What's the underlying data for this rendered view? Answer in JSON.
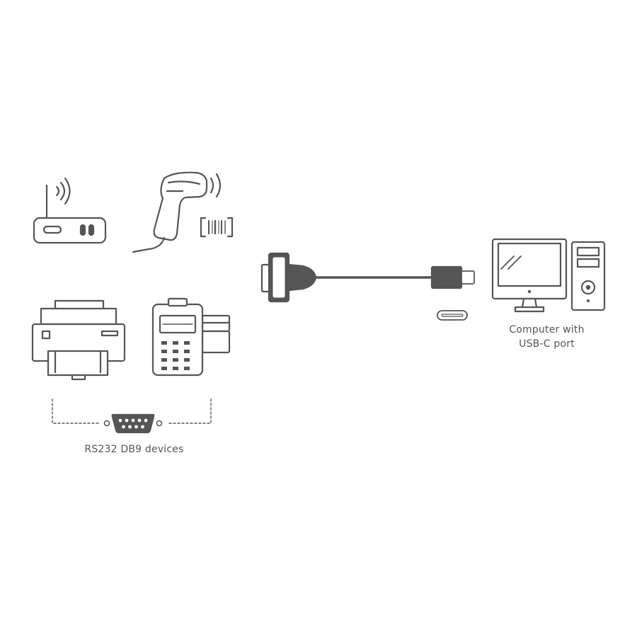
{
  "labels": {
    "devices": "RS232 DB9 devices",
    "computer_line1": "Computer with",
    "computer_line2": "USB-C port"
  },
  "icons": {
    "router": "wifi-router-icon",
    "scanner": "barcode-scanner-icon",
    "printer": "printer-icon",
    "card_terminal": "card-payment-terminal-icon",
    "db9_port": "db9-serial-port-icon",
    "db9_connector": "db9-cable-connector-icon",
    "usbc_plug": "usb-c-plug-icon",
    "usbc_port": "usb-c-port-icon",
    "computer": "desktop-computer-icon"
  },
  "colors": {
    "stroke": "#555555",
    "fill_light": "#ffffff",
    "dark": "#4a4a4a"
  }
}
